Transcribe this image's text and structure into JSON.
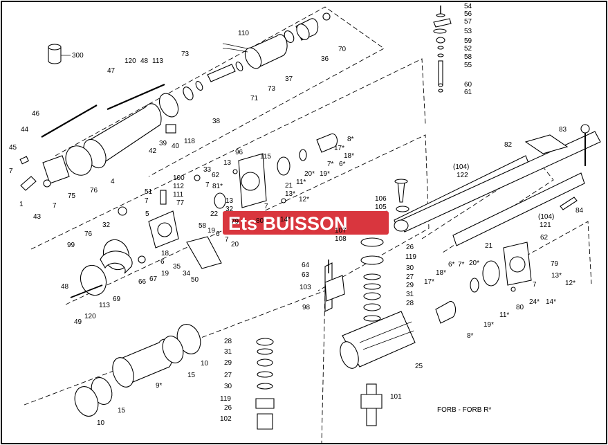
{
  "watermark": {
    "text": "Ets BUISSON",
    "color": "#d9363e"
  },
  "caption": "FORB  -  FORB R*",
  "colors": {
    "line": "#000000",
    "background": "#ffffff",
    "frame": "#000000"
  },
  "labels": {
    "l300": "300",
    "l120a": "120",
    "l48a": "48",
    "l113a": "113",
    "l47": "47",
    "l46": "46",
    "l44": "44",
    "l45": "45",
    "l7a": "7",
    "l1": "1",
    "l43": "43",
    "l7b": "7",
    "l75": "75",
    "l76a": "76",
    "l4": "4",
    "l110": "110",
    "l37": "37",
    "l36": "36",
    "l70": "70",
    "l73a": "73",
    "l73b": "73",
    "l71": "71",
    "l38": "38",
    "l42": "42",
    "l39": "39",
    "l40": "40",
    "l118": "118",
    "l54": "54",
    "l56": "56",
    "l57": "57",
    "l53": "53",
    "l59": "59",
    "l52": "52",
    "l58": "58",
    "l55": "55",
    "l60": "60",
    "l61": "61",
    "l83": "83",
    "l82": "82",
    "l104a": "(104)",
    "l122": "122",
    "l104b": "(104)",
    "l121": "121",
    "l84": "84",
    "l96": "96",
    "l13a": "13",
    "l115": "115",
    "l62a": "62",
    "l81": "81*",
    "l8a": "8*",
    "l17a": "17*",
    "l18a": "18*",
    "l6a": "6*",
    "l7c": "7*",
    "l20a": "20*",
    "l19a": "19*",
    "l11a": "11*",
    "l21a": "21",
    "l13b": "13*",
    "l12a": "12*",
    "l14a": "14*",
    "l33": "33",
    "l100": "100",
    "l112": "112",
    "l7d": "7",
    "l111": "111",
    "l77": "77",
    "l51": "51",
    "l7e": "7",
    "l22": "22",
    "l13c": "13",
    "l32a": "32",
    "l79a": "79",
    "l80a": "80",
    "l7f": "7",
    "l5": "5",
    "l32b": "32",
    "l76b": "76",
    "l99": "99",
    "l18b": "18",
    "l6b": "6",
    "l67": "67",
    "l66": "66",
    "l19b": "19",
    "l35": "35",
    "l19c": "19",
    "l6c": "6",
    "l7g": "7",
    "l20b": "20",
    "l34": "34",
    "l50": "50",
    "l48b": "48",
    "l113b": "113",
    "l69": "69",
    "l49": "49",
    "l120b": "120",
    "l106": "106",
    "l105": "105",
    "l107": "107",
    "l108": "108",
    "l26a": "26",
    "l119a": "119",
    "l30a": "30",
    "l27a": "27",
    "l29a": "29",
    "l31a": "31",
    "l28a": "28",
    "l64": "64",
    "l63": "63",
    "l103": "103",
    "l98": "98",
    "l25": "25",
    "l101": "101",
    "l21b": "21",
    "l62b": "62",
    "l79b": "79",
    "l13d": "13*",
    "l12b": "12*",
    "l18c": "18*",
    "l6d": "6*",
    "l7h": "7*",
    "l20c": "20*",
    "l17b": "17*",
    "l7i": "7",
    "l24": "24*",
    "l14b": "14*",
    "l80b": "80",
    "l11b": "11*",
    "l19d": "19*",
    "l8b": "8*",
    "l10a": "10",
    "l15a": "15",
    "l9": "9*",
    "l15b": "15",
    "l10b": "10",
    "l28b": "28",
    "l31b": "31",
    "l29b": "29",
    "l27b": "27",
    "l30b": "30",
    "l119b": "119",
    "l26b": "26",
    "l102": "102"
  }
}
